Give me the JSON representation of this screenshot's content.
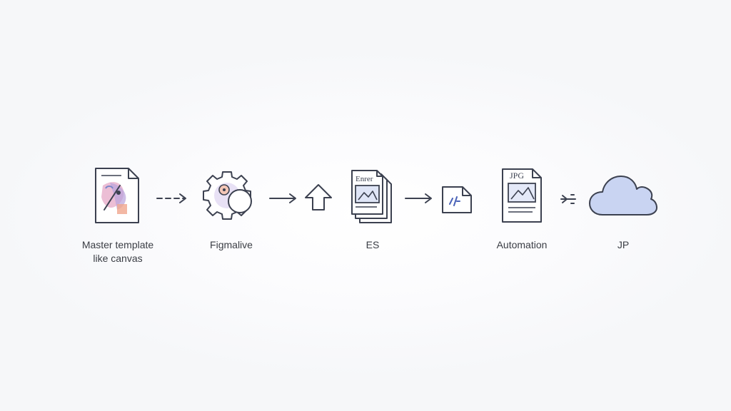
{
  "flow": {
    "nodes": [
      {
        "label_line1": "Master template",
        "label_line2": "like canvas",
        "icon": "template-document-icon"
      },
      {
        "label": "Figmalive",
        "icon": "gear-icon"
      },
      {
        "label": "",
        "icon": "upload-arrow-icon"
      },
      {
        "label": "ES",
        "icon": "stacked-documents-icon",
        "icon_text": "Enrer"
      },
      {
        "label": "",
        "icon": "small-file-icon"
      },
      {
        "label": "Automation",
        "icon": "image-document-icon",
        "icon_text": "JPG"
      },
      {
        "label": "JP",
        "icon": "cloud-icon"
      }
    ],
    "connectors": [
      "dashed-arrow",
      "arrow",
      "arrow",
      "arrow",
      "double-tick-arrow"
    ]
  },
  "colors": {
    "stroke": "#3c4150",
    "background": "#f7f8fa",
    "cloud_fill": "#c9d4f2",
    "accent_pink": "#e6a8c7",
    "accent_purple": "#b9a3dc",
    "accent_blue": "#aebce9",
    "accent_orange": "#f0a68d"
  }
}
